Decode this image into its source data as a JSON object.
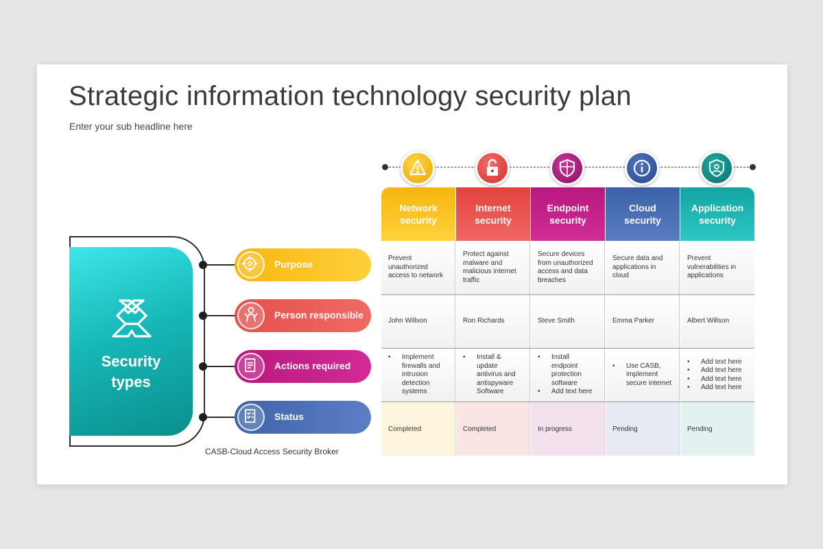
{
  "title": "Strategic information technology security plan",
  "subtitle": "Enter your sub headline here",
  "security_card": {
    "label": "Security\ntypes",
    "icon": "handshake-icon"
  },
  "pills": [
    {
      "label": "Purpose",
      "icon": "target-icon",
      "color": "#f7b70f"
    },
    {
      "label": "Person responsible",
      "icon": "person-icon",
      "color": "#e2504f"
    },
    {
      "label": "Actions required",
      "icon": "document-icon",
      "color": "#b8187f"
    },
    {
      "label": "Status",
      "icon": "checklist-icon",
      "color": "#3e64a8"
    }
  ],
  "footnote": "CASB-Cloud Access Security Broker",
  "columns": [
    {
      "header": "Network\nsecurity",
      "icon": "warning-icon",
      "color": "#f5b60c",
      "color2": "#ffd23c",
      "purpose": "Prevent unauthorized access to network",
      "person": "John Willson",
      "actions": [
        "Implement firewalls and intrusion detection systems"
      ],
      "status": "Completed",
      "status_bg": "#fdf6dc"
    },
    {
      "header": "Internet\nsecurity",
      "icon": "unlock-icon",
      "color": "#e2423e",
      "color2": "#f06863",
      "purpose": "Protect against malware and malicious internet traffic",
      "person": "Ron Richards",
      "actions": [
        "Install & update antivirus and antispyware Software"
      ],
      "status": "Completed",
      "status_bg": "#fbe4e4"
    },
    {
      "header": "Endpoint\nsecurity",
      "icon": "shield-icon",
      "color": "#b8187f",
      "color2": "#d02d95",
      "purpose": "Secure devices from unauthorized access and data breaches",
      "person": "Steve Smith",
      "actions": [
        "Install endpoint protection software",
        "Add text here"
      ],
      "status": "In progress",
      "status_bg": "#f3e2ee"
    },
    {
      "header": "Cloud\nsecurity",
      "icon": "info-icon",
      "color": "#3b62a8",
      "color2": "#5a7cc0",
      "purpose": "Secure data and applications in cloud",
      "person": "Emma Parker",
      "actions": [
        "Use CASB, implement secure internet"
      ],
      "status": "Pending",
      "status_bg": "#e7eaf2"
    },
    {
      "header": "Application\nsecurity",
      "icon": "user-shield-icon",
      "color": "#13a5a2",
      "color2": "#2cc7c4",
      "purpose": "Prevent vulnerabilities in applications",
      "person": "Albert Willson",
      "actions": [
        "Add text here",
        "Add text here",
        "Add text here",
        "Add text here"
      ],
      "status": "Pending",
      "status_bg": "#e3f1f0"
    }
  ]
}
